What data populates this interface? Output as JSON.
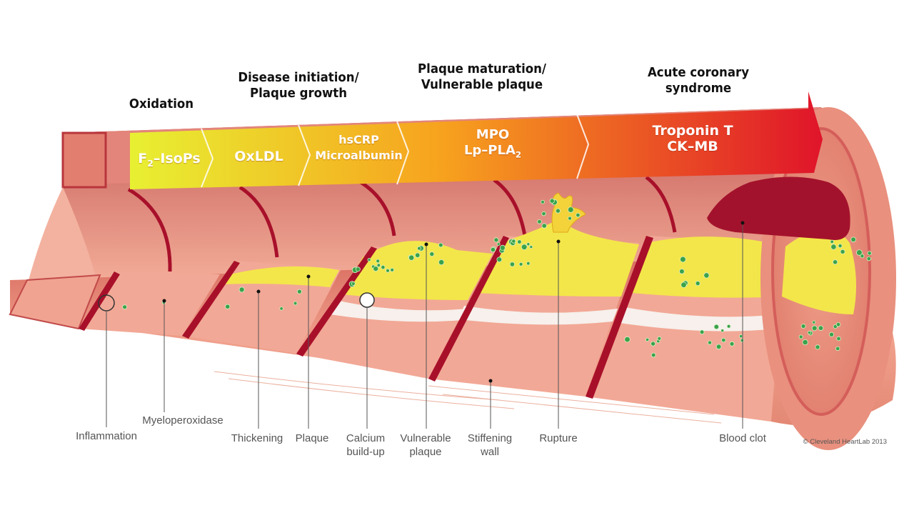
{
  "stages": [
    {
      "id": "oxidation",
      "title_lines": [
        "Oxidation"
      ],
      "marker_lines": [
        "F2–IsoPs"
      ]
    },
    {
      "id": "initiation",
      "title_lines": [
        "Disease initiation/",
        "Plaque growth"
      ],
      "marker_lines": [
        "OxLDL"
      ]
    },
    {
      "id": "maturation_early",
      "title_lines": [],
      "marker_lines": [
        "hsCRP",
        "Microalbumin"
      ]
    },
    {
      "id": "maturation",
      "title_lines": [
        "Plaque maturation/",
        "Vulnerable plaque"
      ],
      "marker_lines": [
        "MPO",
        "Lp–PLA2"
      ]
    },
    {
      "id": "acs",
      "title_lines": [
        "Acute coronary syndrome"
      ],
      "marker_lines": [
        "Troponin T",
        "CK–MB"
      ]
    }
  ],
  "callouts": [
    {
      "id": "inflammation",
      "lines": [
        "Inflammation"
      ]
    },
    {
      "id": "myeloperoxidase",
      "lines": [
        "Myeloperoxidase"
      ]
    },
    {
      "id": "thickening",
      "lines": [
        "Thickening"
      ]
    },
    {
      "id": "plaque",
      "lines": [
        "Plaque"
      ]
    },
    {
      "id": "calcium",
      "lines": [
        "Calcium",
        "build-up"
      ]
    },
    {
      "id": "vulnerable",
      "lines": [
        "Vulnerable",
        "plaque"
      ]
    },
    {
      "id": "stiffening",
      "lines": [
        "Stiffening",
        "wall"
      ]
    },
    {
      "id": "rupture",
      "lines": [
        "Rupture"
      ]
    },
    {
      "id": "blood_clot",
      "lines": [
        "Blood clot"
      ]
    }
  ],
  "copyright": "© Cleveland HeartLab 2013",
  "colors": {
    "arrow_start": "#e8f032",
    "arrow_mid": "#f7a21e",
    "arrow_end": "#e0142a",
    "vessel_wall": "#e9907e",
    "vessel_dark": "#a8102a",
    "plaque_yellow": "#f3e64a",
    "clot": "#a3122c",
    "cell_green": "#3aa24a"
  }
}
